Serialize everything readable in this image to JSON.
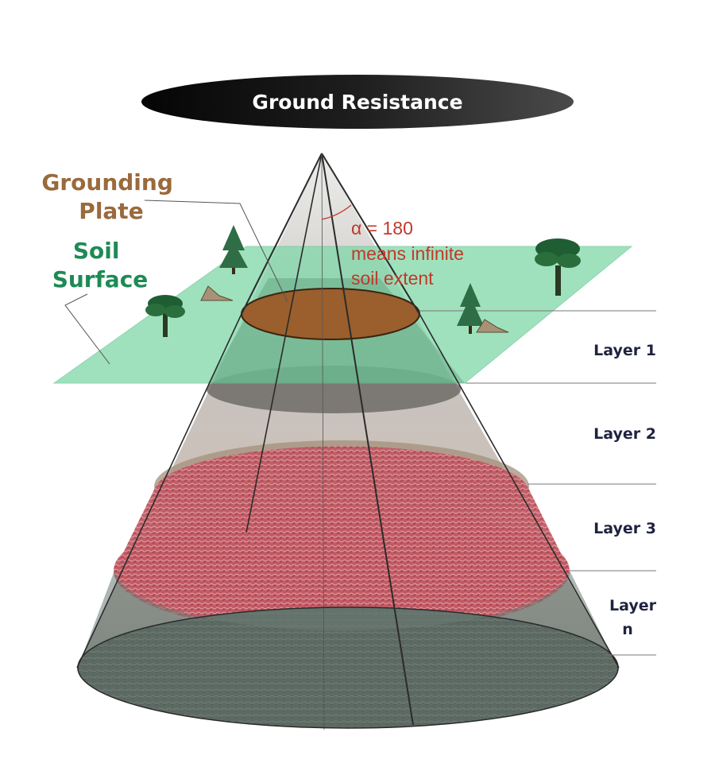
{
  "title": "Ground Resistance",
  "labels": {
    "grounding_plate": [
      "Grounding",
      "Plate"
    ],
    "soil_surface": [
      "Soil",
      "Surface"
    ],
    "alpha_note": [
      "α = 180",
      "means infinite",
      "soil extent"
    ]
  },
  "layers": [
    "Layer 1",
    "Layer 2",
    "Layer 3",
    "Layer",
    "n"
  ],
  "colors": {
    "title_bg": "#1a1a1a",
    "soil_plane": "#7fd8a8",
    "plate": "#9a5f2c",
    "layer3": "#c45b66",
    "layer_n": "#5c6a63",
    "annotation": "#c0392b"
  }
}
